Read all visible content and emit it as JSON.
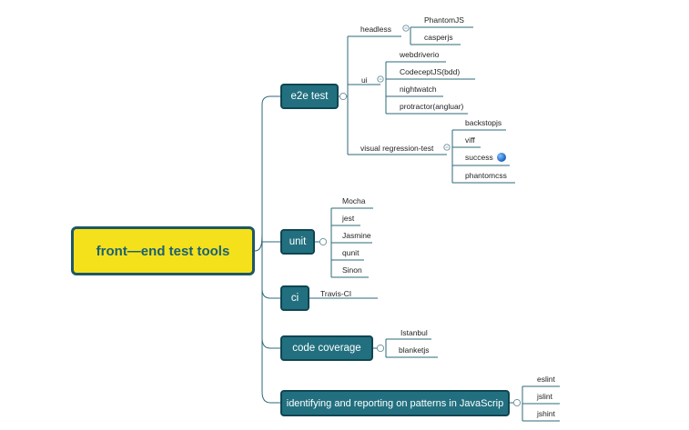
{
  "root": {
    "label": "front—end test tools"
  },
  "branches": {
    "e2e": {
      "label": "e2e test",
      "groups": {
        "headless": {
          "label": "headless",
          "items": [
            "PhantomJS",
            "casperjs"
          ]
        },
        "ui": {
          "label": "ui",
          "items": [
            "webdriverio",
            "CodeceptJS(bdd)",
            "nightwatch",
            "protractor(angluar)"
          ]
        },
        "visual": {
          "label": "visual regression-test",
          "items": [
            "backstopjs",
            "viff",
            "success",
            "phantomcss"
          ]
        }
      }
    },
    "unit": {
      "label": "unit",
      "items": [
        "Mocha",
        "jest",
        "Jasmine",
        "qunit",
        "Sinon"
      ]
    },
    "ci": {
      "label": "ci",
      "items": [
        "Travis-CI"
      ]
    },
    "coverage": {
      "label": "code coverage",
      "items": [
        "Istanbul",
        "blanketjs"
      ]
    },
    "lint": {
      "label": "identifying and reporting on patterns in JavaScrip",
      "items": [
        "eslint",
        "jslint",
        "jshint"
      ]
    }
  },
  "colors": {
    "root_fill": "#f5e11b",
    "branch_fill": "#22707f",
    "line": "#2e6a78"
  }
}
